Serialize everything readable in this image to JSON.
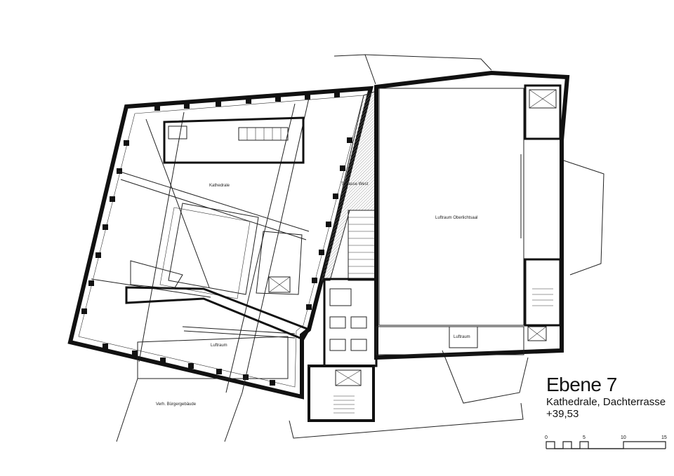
{
  "title": {
    "level": "Ebene 7",
    "subtitle": "Kathedrale, Dachterrasse",
    "elevation": "+39,53"
  },
  "rooms": {
    "kathedrale": "Kathedrale",
    "terrasse_west": "Terrasse West",
    "luftraum_oberlichtsaal": "Luftraum Oberlichtsaal",
    "luftraum_main": "Luftraum",
    "luftraum_small": "Luftraum",
    "buergergebaeude": "Verh. Bürgergebäude"
  },
  "scale_bar": {
    "ticks": [
      "0",
      "5",
      "10",
      "15"
    ]
  }
}
